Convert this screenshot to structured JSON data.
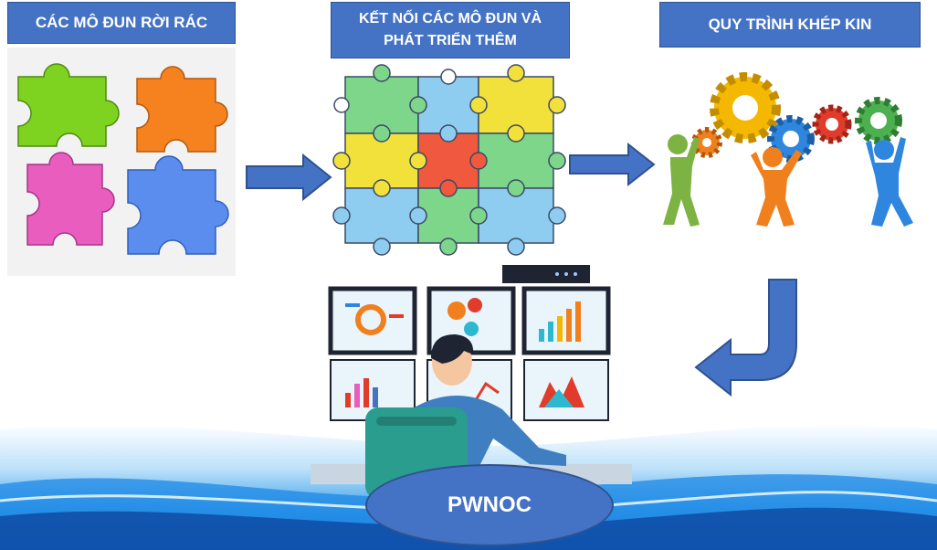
{
  "stages": [
    {
      "title": "CÁC MÔ ĐUN RỜI RÁC",
      "illustration": "scattered-puzzle-pieces"
    },
    {
      "title": "KẾT NỐI CÁC MÔ ĐUN VÀ PHÁT TRIỂN THÊM",
      "illustration": "assembled-puzzle-grid"
    },
    {
      "title": "QUY TRÌNH KHÉP KIN",
      "illustration": "people-turning-gears"
    }
  ],
  "center": {
    "label": "PWNOC",
    "illustration": "operator-at-monitoring-wall"
  },
  "colors": {
    "banner": "#4472c4",
    "arrow": "#4472c4",
    "puzzle_green": "#7ed321",
    "puzzle_orange": "#f5821f",
    "puzzle_pink": "#e85dbd",
    "puzzle_blue": "#5b8def",
    "gear_yellow": "#f5b800",
    "gear_orange": "#f07f1e",
    "gear_blue": "#2e86de",
    "gear_red": "#e03b2b",
    "gear_green": "#4caf50",
    "wave_blue": "#1e88e5"
  },
  "icons": [
    "puzzle-piece-icon",
    "gear-icon",
    "arrow-right-icon",
    "arrow-return-icon",
    "monitor-icon",
    "person-icon"
  ]
}
